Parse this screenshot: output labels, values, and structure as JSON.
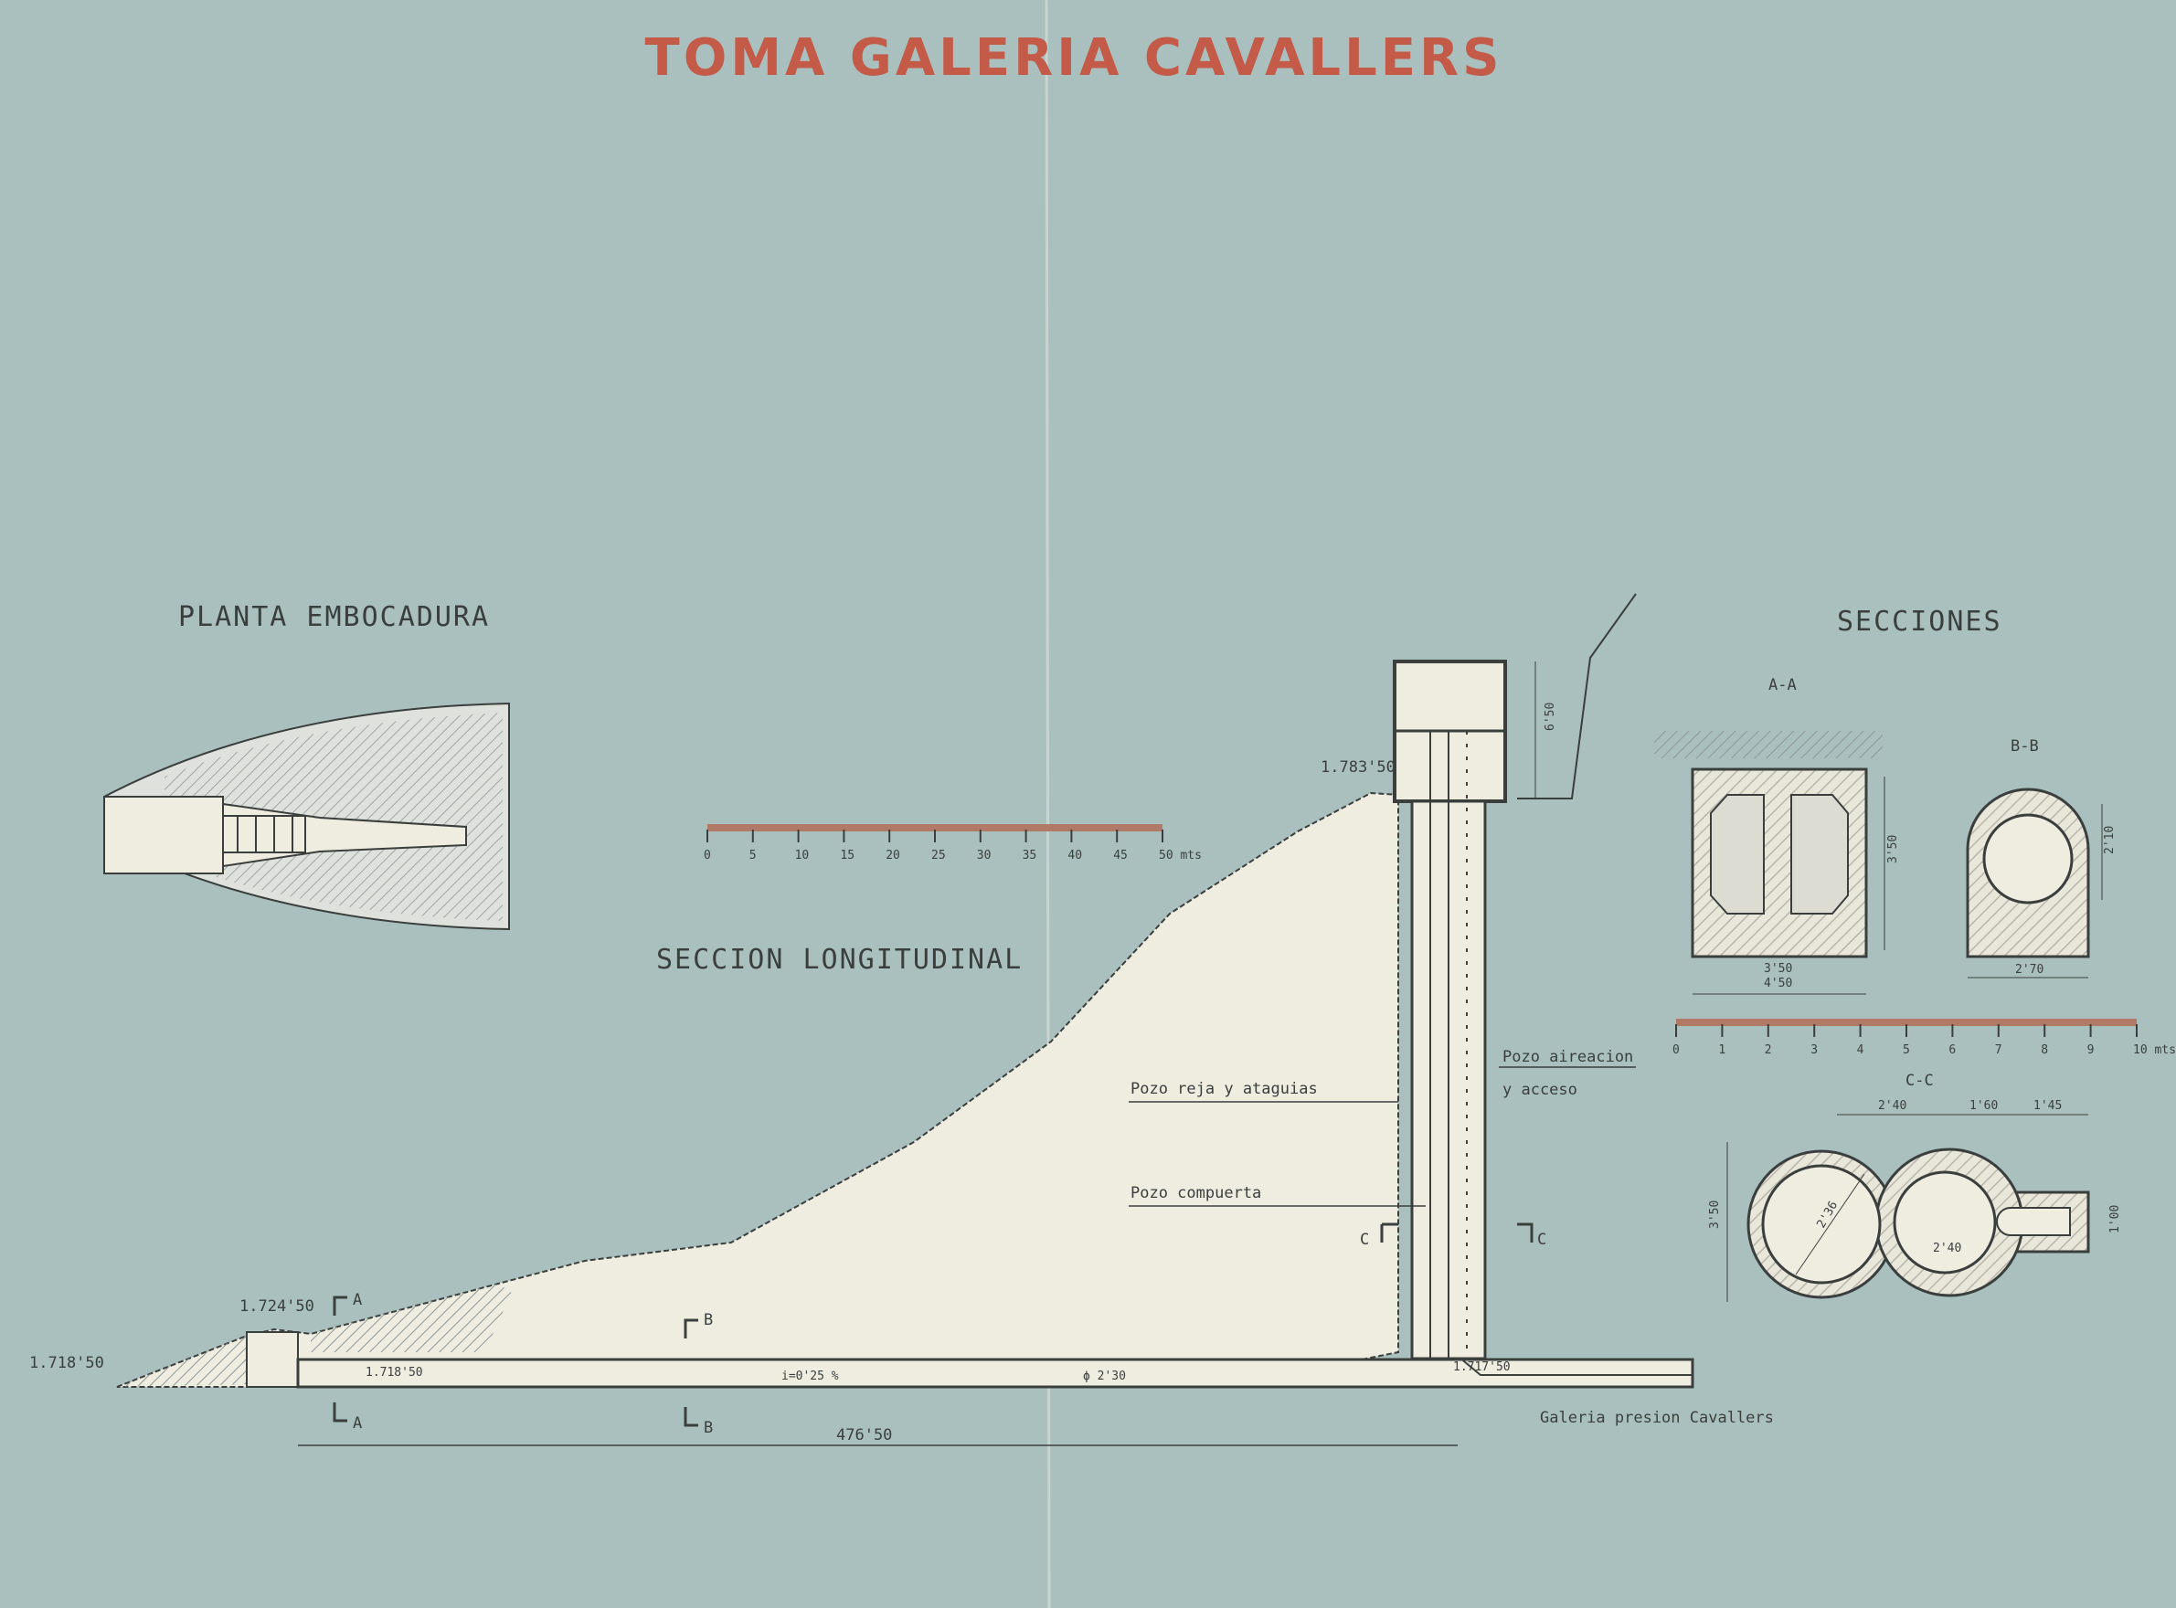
{
  "title": "TOMA GALERIA CAVALLERS",
  "plan": {
    "label": "PLANTA EMBOCADURA"
  },
  "longitudinal": {
    "label": "SECCION LONGITUDINAL",
    "elev_inlet": "1.718'50",
    "elev_intake": "1.724'50",
    "elev_tower": "1.783'50",
    "elev_bottom": "1.717'50",
    "tunnel_start": "1.718'50",
    "slope": "i=0'25 %",
    "diameter": "ϕ 2'30",
    "length": "476'50",
    "tower_height": "6'50",
    "pozo_reja": "Pozo reja y ataguias",
    "pozo_compuerta": "Pozo compuerta",
    "pozo_aireacion_1": "Pozo aireacion",
    "pozo_aireacion_2": "y acceso",
    "galeria": "Galeria presion Cavallers",
    "cut_a": "A",
    "cut_b": "B",
    "cut_c": "C"
  },
  "scale_1": {
    "ticks": [
      "0",
      "5",
      "10",
      "15",
      "20",
      "25",
      "30",
      "35",
      "40",
      "45",
      "50 mts"
    ]
  },
  "sections": {
    "label": "SECCIONES",
    "aa": {
      "label": "A-A",
      "height": "3'50",
      "width_inner": "3'50",
      "width": "4'50"
    },
    "bb": {
      "label": "B-B",
      "height": "2'10",
      "width": "2'70"
    },
    "cc": {
      "label": "C-C",
      "d1": "2'40",
      "d2": "1'60",
      "d3": "1'45",
      "diam": "2'36",
      "inner": "2'40",
      "height": "3'50",
      "small": "1'00"
    }
  },
  "scale_2": {
    "ticks": [
      "0",
      "1",
      "2",
      "3",
      "4",
      "5",
      "6",
      "7",
      "8",
      "9",
      "10 mts"
    ]
  },
  "colors": {
    "background": "#aac0be",
    "paper_fill": "#efece0",
    "title": "#c45a48",
    "scale_bar": "#b07a66",
    "ink": "#3a3f3e"
  }
}
